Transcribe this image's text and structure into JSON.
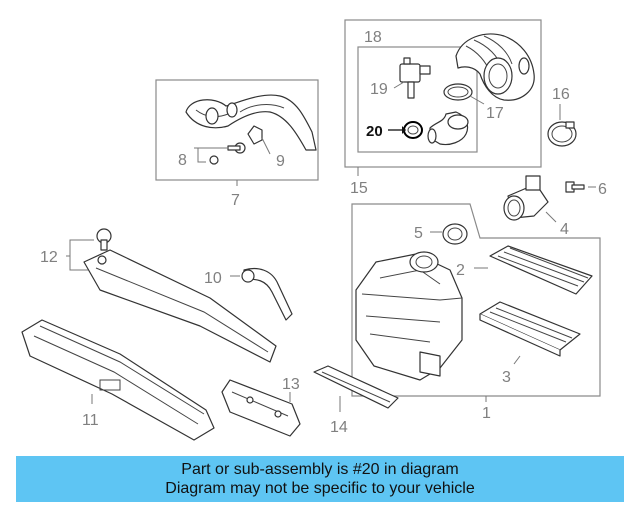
{
  "callouts": {
    "c1": "1",
    "c2": "2",
    "c3": "3",
    "c4": "4",
    "c5": "5",
    "c6": "6",
    "c7": "7",
    "c8": "8",
    "c9": "9",
    "c10": "10",
    "c11": "11",
    "c12": "12",
    "c13": "13",
    "c14": "14",
    "c15": "15",
    "c16": "16",
    "c17": "17",
    "c18": "18",
    "c19": "19",
    "c20": "20"
  },
  "highlighted_part": "20",
  "banner": {
    "line1": "Part or sub-assembly is #20 in diagram",
    "line2": "Diagram may not be specific to your vehicle"
  },
  "colors": {
    "banner_bg": "#5ec5f3",
    "callout_text": "#808080",
    "highlight_text": "#111111"
  }
}
